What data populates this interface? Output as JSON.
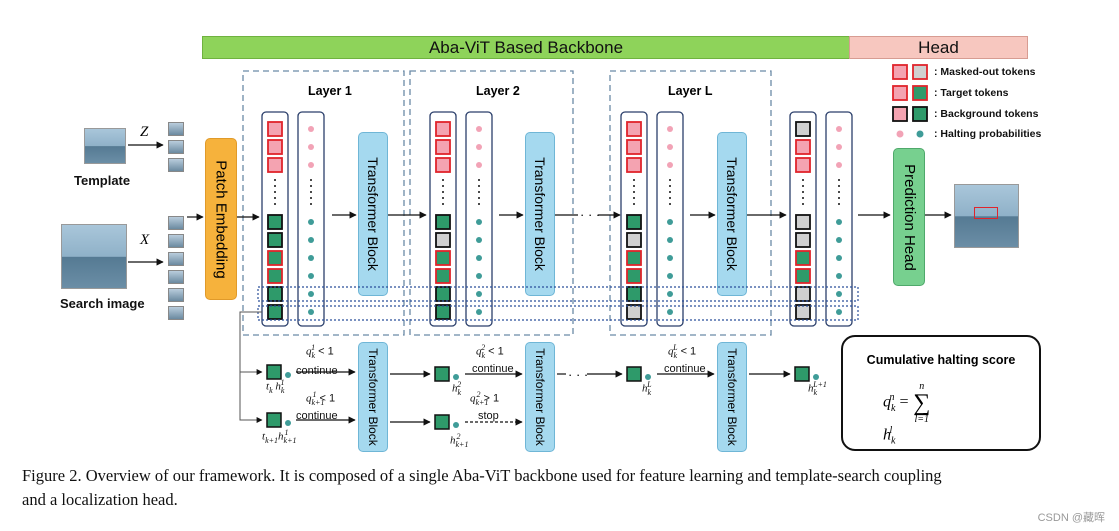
{
  "banner": {
    "backbone": "Aba-ViT Based Backbone",
    "head": "Head"
  },
  "inputs": {
    "template_label": "Template",
    "search_label": "Search image",
    "z_symbol": "Z",
    "x_symbol": "X"
  },
  "modules": {
    "patch_embedding": "Patch Embedding",
    "transformer_block": "Transformer Block",
    "prediction_head": "Prediction Head"
  },
  "layers": {
    "layer1": "Layer 1",
    "layer2": "Layer 2",
    "layerL": "Layer L"
  },
  "legend": {
    "masked": ": Masked-out tokens",
    "target": ": Target tokens",
    "background": ": Background tokens",
    "halting": ": Halting probabilities"
  },
  "bottom": {
    "cond_k1": "q",
    "cond_text_lt1": "< 1",
    "continue": "continue",
    "cond_gt1": "> 1",
    "stop": "stop",
    "dots": "· · ·"
  },
  "cumulative": {
    "title": "Cumulative halting score"
  },
  "caption": {
    "line1": "Figure 2. Overview of our framework. It is composed of a single Aba-ViT backbone used for feature learning and template-search coupling",
    "line2": "and a localization head."
  },
  "watermark": "CSDN @藏晖",
  "colors": {
    "pink": "#f4a3b1",
    "green": "#2e9a6a",
    "gray": "#d0d0d0",
    "red_border": "#e0242b",
    "dot_pink": "#f2a3b6",
    "dot_teal": "#3f9c98"
  }
}
